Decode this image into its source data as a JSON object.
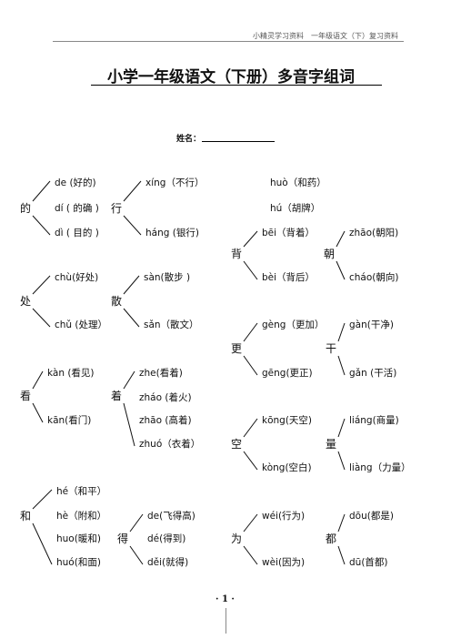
{
  "header": {
    "left": "小精灵学习资料",
    "right": "一年级语文（下）复习资料"
  },
  "title": "小学一年级语文（下册）多音字组词",
  "name_label": "姓名：",
  "page_number": "· 1 ·",
  "groups": [
    {
      "char": "的",
      "readings": [
        "de (好的)",
        "dí ( 的确 )",
        "dì ( 目的 )"
      ]
    },
    {
      "char": "行",
      "readings": [
        "xíng（不行）",
        "háng  (银行)"
      ]
    },
    {
      "char": "和",
      "readings": [
        "huò（和药）",
        "hú（胡牌）"
      ]
    },
    {
      "char": "背",
      "readings": [
        "bēi（背着）",
        "bèi（背后）"
      ]
    },
    {
      "char": "朝",
      "readings": [
        "zhāo(朝阳)",
        "cháo(朝向)"
      ]
    },
    {
      "char": "处",
      "readings": [
        "chù(好处)",
        "chǔ  (处理）"
      ]
    },
    {
      "char": "散",
      "readings": [
        "sàn(散步 )",
        "sǎn（散文）"
      ]
    },
    {
      "char": "更",
      "readings": [
        "gèng（更加）",
        "gēng(更正)"
      ]
    },
    {
      "char": "干",
      "readings": [
        "gàn(干净)",
        "gǎn (干活)"
      ]
    },
    {
      "char": "看",
      "readings": [
        "kàn (看见)",
        "kān(看门)"
      ]
    },
    {
      "char": "着",
      "readings": [
        "zhe(看着)",
        "zháo (着火)",
        "zhāo (高着)",
        "zhuó（衣着）"
      ]
    },
    {
      "char": "空",
      "readings": [
        "kōng(天空)",
        "kòng(空白)"
      ]
    },
    {
      "char": "量",
      "readings": [
        "liáng(商量)",
        "liàng（力量）"
      ]
    },
    {
      "char": "和",
      "readings": [
        "hé（和平）",
        "hè（附和）",
        "huo(暖和)",
        "huó(和面)"
      ]
    },
    {
      "char": "得",
      "readings": [
        "de(飞得高)",
        "dé(得到)",
        "děi(就得)"
      ]
    },
    {
      "char": "为",
      "readings": [
        "wéi(行为)",
        "wèi(因为)"
      ]
    },
    {
      "char": "都",
      "readings": [
        "dōu(都是)",
        "dū(首都)"
      ]
    }
  ]
}
